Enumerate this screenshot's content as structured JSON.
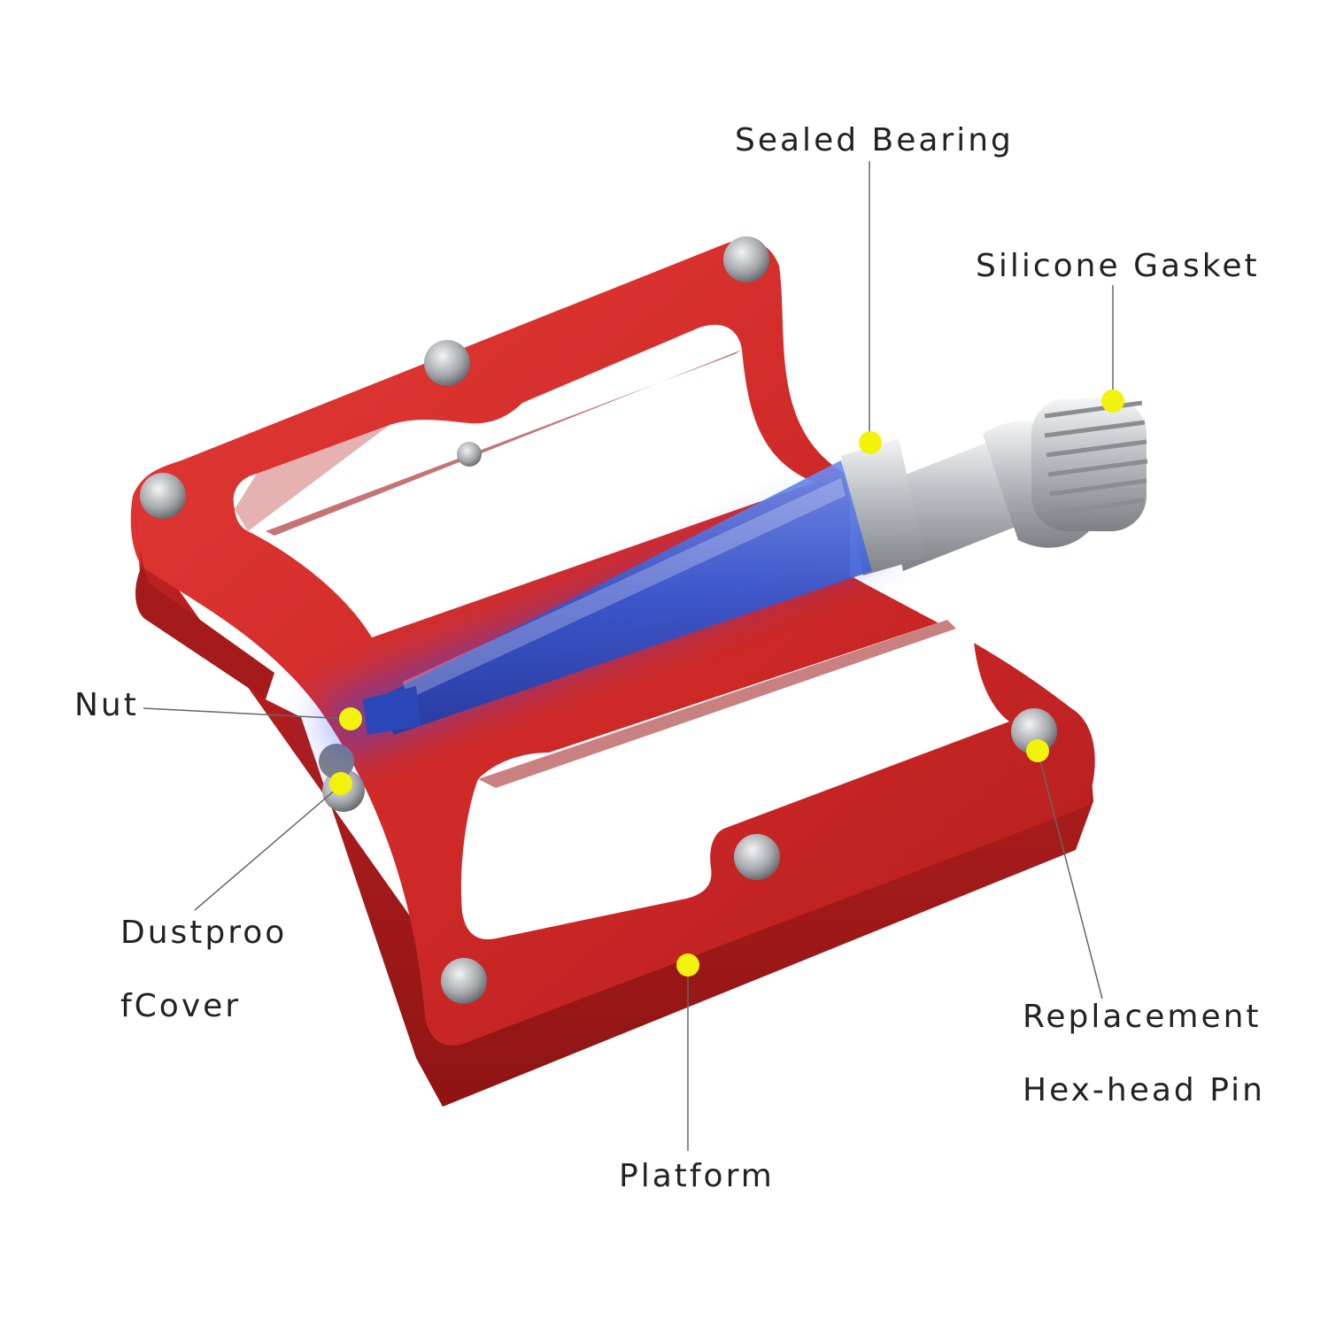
{
  "labels": {
    "sealed_bearing": "Sealed Bearing",
    "silicone_gasket": "Silicone Gasket",
    "nut": "Nut",
    "dustproof_line1": "Dustproo",
    "dustproof_line2": "fCover",
    "replacement_line1": "Replacement",
    "replacement_line2": "Hex-head Pin",
    "platform": "Platform"
  },
  "colors": {
    "platform_red": "#d42a2a",
    "axle_blue": "#3d63d6",
    "metal": "#c9ccd0",
    "marker": "#f2f20a",
    "leader": "#666666"
  }
}
